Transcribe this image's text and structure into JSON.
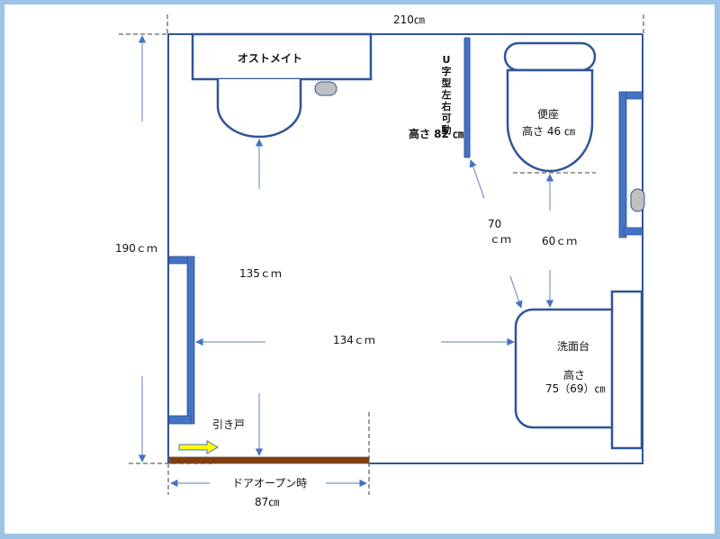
{
  "diagram": {
    "title": "Accessible toilet floor plan",
    "colors": {
      "frame": "#9dc3e6",
      "wall": "#2f5597",
      "handrail": "#4472c4",
      "door": "#843c0c",
      "arrow_yellow": "#ffff00",
      "paper_holder": "#bfbfbf",
      "dimension_line": "#7f95c4",
      "guide_dash": "#7f7f7f"
    },
    "labels": {
      "width_total": "210㎝",
      "height_total": "190ｃｍ",
      "ostomate": "オストメイト",
      "handrail_vertical_text": [
        "U",
        "字",
        "型",
        "左",
        "右",
        "可",
        "動"
      ],
      "handrail_height": "高さ 82 ㎝",
      "toilet_seat": "便座",
      "toilet_seat_height": "高さ 46 ㎝",
      "dim_70_line1": "70",
      "dim_70_line2": "ｃｍ",
      "dim_60": "60ｃｍ",
      "dim_135": "135ｃｍ",
      "dim_134": "134ｃｍ",
      "sink": "洗面台",
      "sink_height_label": "高さ",
      "sink_height_value": "75（69）㎝",
      "sliding_door": "引き戸",
      "door_open": "ドアオープン時",
      "door_width": "87㎝"
    },
    "icons": {
      "door_direction": "yellow-right-arrow-icon",
      "paper_holder": "toilet-paper-holder-icon",
      "dimension_arrow": "arrow-head-icon"
    }
  }
}
